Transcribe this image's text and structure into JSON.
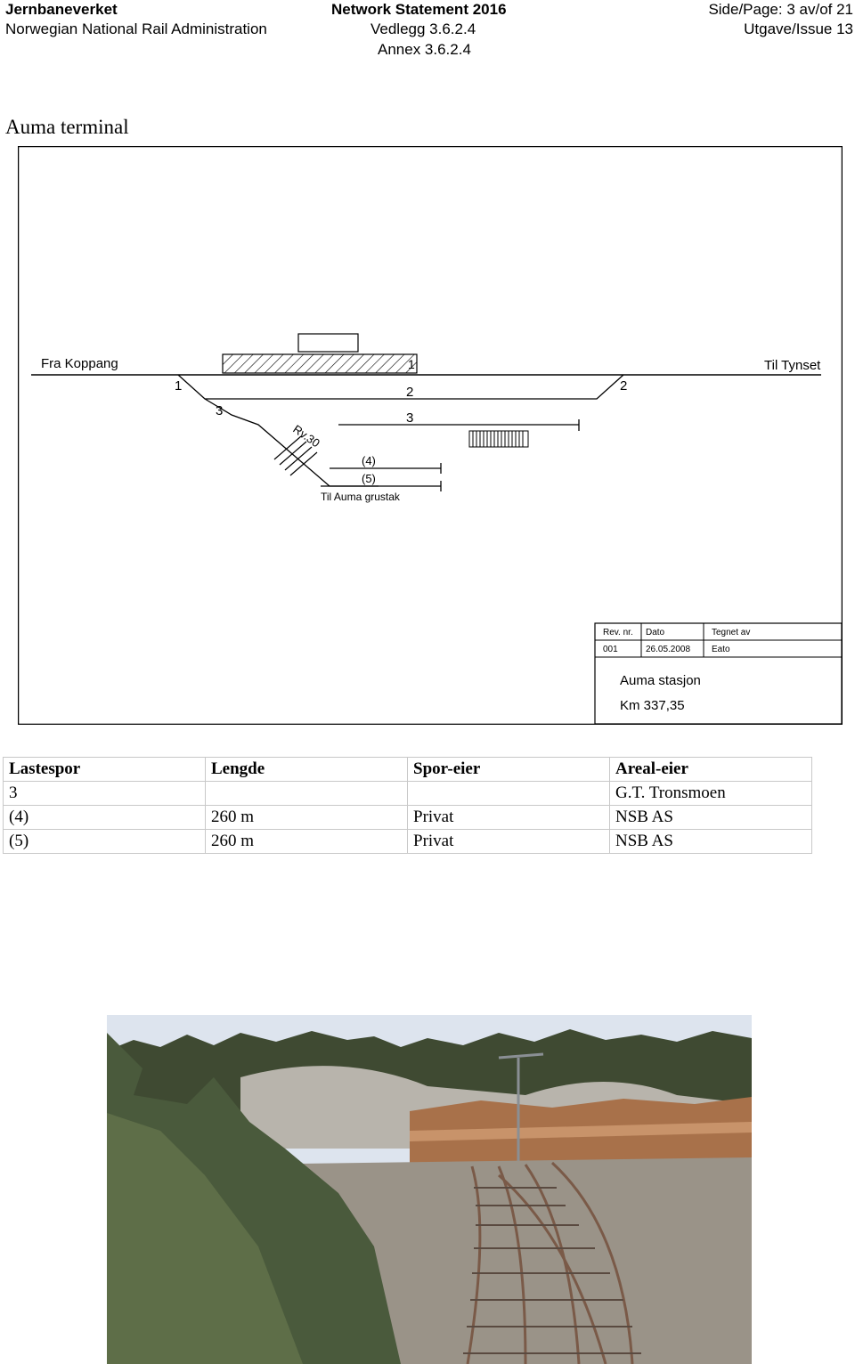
{
  "header": {
    "org": "Jernbaneverket",
    "org_en": "Norwegian National Rail Administration",
    "doc_title": "Network Statement 2016",
    "vedlegg": "Vedlegg 3.6.2.4",
    "annex": "Annex 3.6.2.4",
    "page": "Side/Page: 3 av/of 21",
    "issue": "Utgave/Issue 13"
  },
  "section_title": "Auma terminal",
  "diagram": {
    "from_label": "Fra Koppang",
    "to_label": "Til Tynset",
    "track_labels": [
      "1",
      "2",
      "3",
      "(4)",
      "(5)"
    ],
    "switch_labels": [
      "1",
      "2",
      "3"
    ],
    "road_label": "Rv.30",
    "spur_label": "Til Auma grustak",
    "title_block": {
      "headers": [
        "Rev. nr.",
        "Dato",
        "Tegnet av"
      ],
      "values": [
        "001",
        "26.05.2008",
        "Eato"
      ],
      "station": "Auma stasjon",
      "km": "Km 337,35"
    }
  },
  "table": {
    "headers": [
      "Lastespor",
      "Lengde",
      "Spor-eier",
      "Areal-eier"
    ],
    "rows": [
      [
        "3",
        "",
        "",
        "G.T. Tronsmoen"
      ],
      [
        "(4)",
        "260 m",
        "Privat",
        "NSB AS"
      ],
      [
        "(5)",
        "260 m",
        "Privat",
        "NSB AS"
      ]
    ]
  },
  "colors": {
    "sky": "#dde4ee",
    "forest": "#3f4a32",
    "timber": "#a8714a",
    "gravel": "#9a9388",
    "rail": "#7a5a48"
  }
}
